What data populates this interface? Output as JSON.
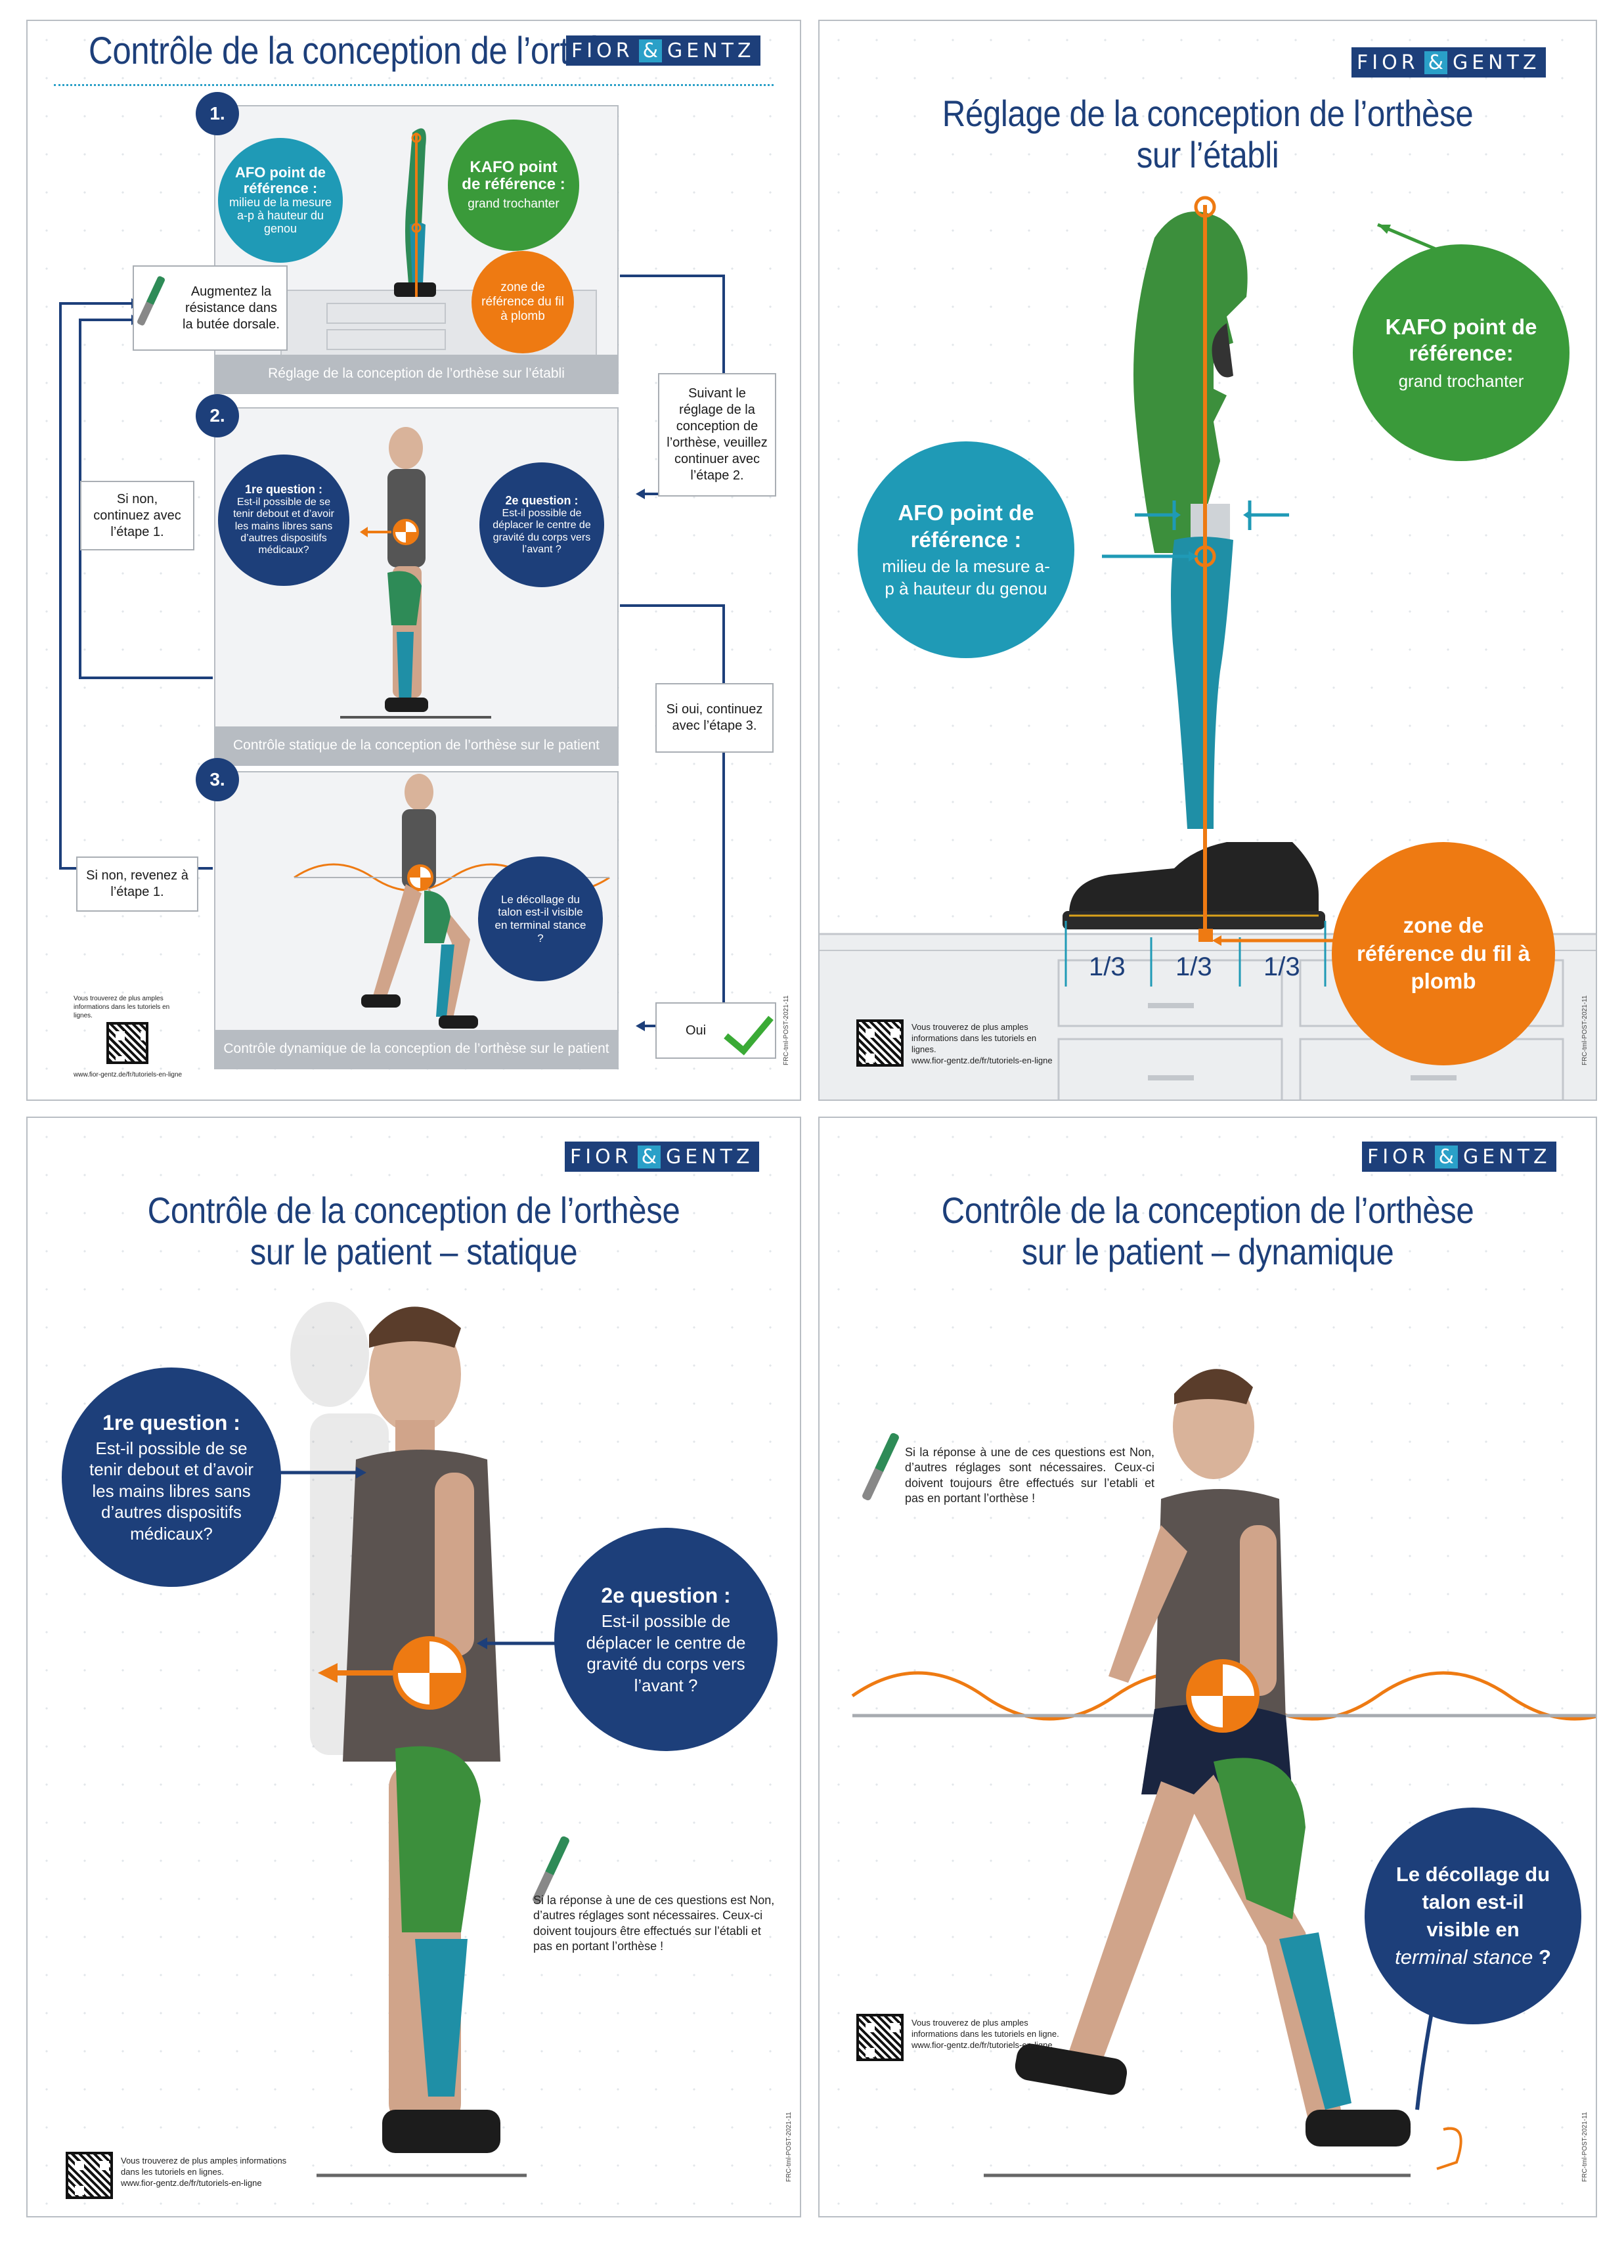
{
  "brand": {
    "left": "FIOR",
    "amp": "&",
    "right": "GENTZ"
  },
  "p1": {
    "title": "Contrôle de la conception de l’orthèse",
    "step1": "1.",
    "step2": "2.",
    "step3": "3.",
    "cap1": "Réglage de la conception de l’orthèse sur l’établi",
    "cap2": "Contrôle statique de la conception de l’orthèse sur le patient",
    "cap3": "Contrôle dynamique de la conception de l’orthèse sur le patient",
    "afo_h": "AFO point de référence :",
    "afo_t": "milieu de la mesure a-p à hauteur du genou",
    "kafo_h": "KAFO point de référence :",
    "kafo_t": "grand trochanter",
    "zone": "zone de référence du fil à plomb",
    "augmentez": "Augmentez la résistance dans la butée dorsale.",
    "suivant": "Suivant le réglage de la conception de l’orthèse, veuillez continuer avec l’étape 2.",
    "sinon1": "Si non, continuez avec l’étape 1.",
    "sioui": "Si oui, continuez avec l’étape 3.",
    "sinon2": "Si non, revenez à l’étape 1.",
    "q1_h": "1re question :",
    "q1_t": "Est-il possible de se tenir debout et d’avoir les mains libres sans d’autres dispositifs médicaux?",
    "q2_h": "2e question :",
    "q2_t": "Est-il possible de déplacer le centre de gravité du corps vers l’avant ?",
    "q3": "Le décollage du talon est-il visible en terminal stance ?",
    "oui": "Oui",
    "info": "Vous trouverez de plus amples informations dans les tutoriels en lignes.",
    "url": "www.fior-gentz.de/fr/tutoriels-en-ligne",
    "code": "FRC-tml-POST-2021-11"
  },
  "p2": {
    "title1": "Réglage de la conception de l’orthèse",
    "title2": "sur l’établi",
    "kafo_h": "KAFO point de référence:",
    "kafo_t": "grand trochanter",
    "afo_h": "AFO point de référence :",
    "afo_t": "milieu de la mesure a-p à hauteur du genou",
    "zone": "zone de référence du fil à plomb",
    "third": "1/3",
    "info": "Vous trouverez de plus amples informations dans les tutoriels en lignes.",
    "url": "www.fior-gentz.de/fr/tutoriels-en-ligne",
    "code": "FRC-tml-POST-2021-11"
  },
  "p3": {
    "title1": "Contrôle de la conception de l’orthèse",
    "title2": "sur le patient – statique",
    "q1_h": "1re question :",
    "q1_t": "Est-il possible de se tenir debout et d’avoir les mains libres sans d’autres dispositifs médicaux?",
    "q2_h": "2e question :",
    "q2_t": "Est-il possible de déplacer le centre de gravité du corps vers l’avant ?",
    "note": "Si la réponse à une de ces questions est Non, d’autres réglages sont nécessaires. Ceux-ci doivent toujours être effectués sur l’établi et pas en portant l’orthèse !",
    "info": "Vous trouverez de plus amples informations dans les tutoriels en lignes.",
    "url": "www.fior-gentz.de/fr/tutoriels-en-ligne",
    "code": "FRC-tml-POST-2021-11"
  },
  "p4": {
    "title1": "Contrôle de la conception de l’orthèse",
    "title2": "sur le patient – dynamique",
    "note": "Si la réponse à une de ces questions est Non, d’autres réglages sont nécessaires. Ceux-ci doivent toujours être effectués sur l’etabli et pas en portant l’orthèse !",
    "q_a": "Le décollage du talon est-il visible en",
    "q_b": "terminal stance",
    "q_c": "?",
    "info": "Vous trouverez de plus amples informations dans les tutoriels en ligne.",
    "url": "www.fior-gentz.de/fr/tutoriels-en-ligne",
    "code": "FRC-tml-POST-2021-11"
  }
}
